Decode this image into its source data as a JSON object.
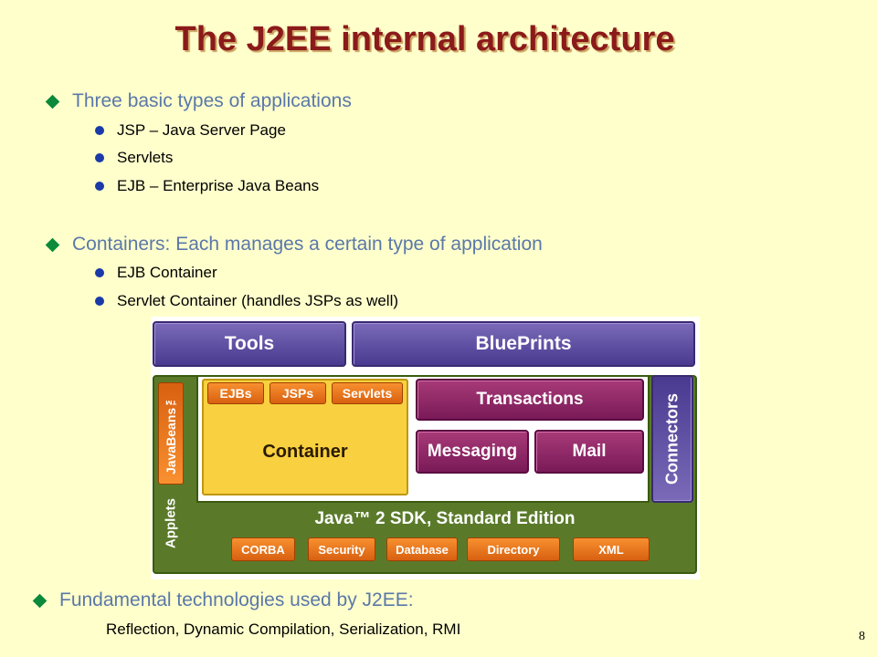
{
  "title": "The J2EE  internal architecture",
  "section1": {
    "heading": "Three basic types of applications",
    "items": [
      "JSP – Java Server Page",
      "Servlets",
      "EJB – Enterprise Java Beans"
    ]
  },
  "section2": {
    "heading": "Containers: Each manages a certain type of application",
    "items": [
      "EJB Container",
      "Servlet Container (handles JSPs as well)"
    ]
  },
  "section3": {
    "heading": "Fundamental technologies used by J2EE:",
    "detail": "Reflection, Dynamic Compilation, Serialization, RMI"
  },
  "diagram": {
    "tools": "Tools",
    "blueprints": "BluePrints",
    "javabeans": "JavaBeans™",
    "applets": "Applets",
    "ejbs": "EJBs",
    "jsps": "JSPs",
    "servlets": "Servlets",
    "container": "Container",
    "transactions": "Transactions",
    "messaging": "Messaging",
    "mail": "Mail",
    "connectors": "Connectors",
    "sdk": "Java™ 2 SDK, Standard Edition",
    "corba": "CORBA",
    "security": "Security",
    "database": "Database",
    "directory": "Directory",
    "xml": "XML"
  },
  "page_number": "8",
  "colors": {
    "background": "#ffffcc",
    "title": "#8b1a1a",
    "level1_text": "#5a78a8",
    "diamond_bullet": "#0a8a3a",
    "dot_bullet": "#1a3aa8"
  },
  "icons": [
    "diamond-bullet-icon",
    "dot-bullet-icon"
  ]
}
